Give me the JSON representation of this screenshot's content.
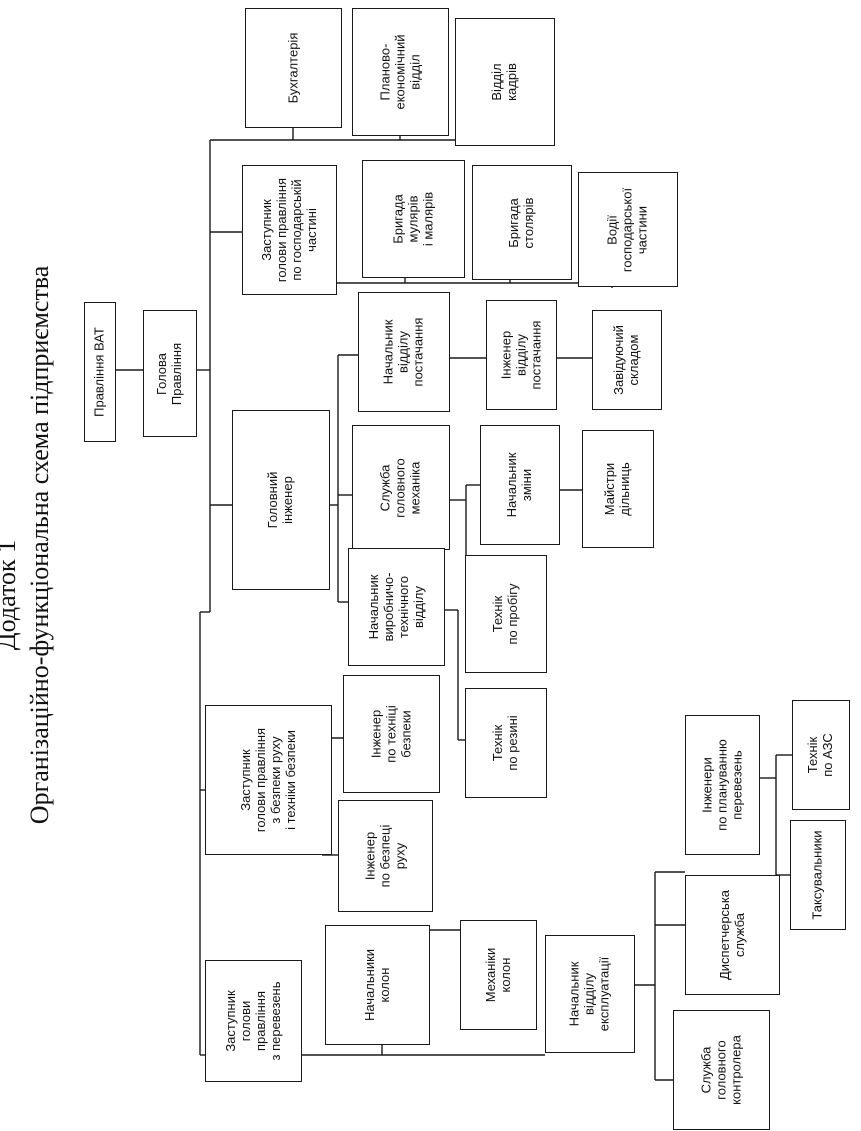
{
  "heading": {
    "line1": "Додаток 1",
    "line2": "Організаційно-функціональна схема підприємства"
  },
  "boxes": {
    "pravlinnia": "Правління ВАТ",
    "holova": "Голова\nПравління",
    "buhhalteriia": "Бухгалтерія",
    "planovyi": "Планово-\nекономічний\nвідділ",
    "kadry": "Відділ\nкадрів",
    "zast_hosp": "Заступник\nголови правління\nпо господарській\nчастині",
    "muliary": "Бригада\nмулярів\nі малярів",
    "stoliary": "Бригада\nстолярів",
    "vodii": "Водії\nгосподарської\nчастини",
    "hol_inzhener": "Головний\nінженер",
    "nach_postach": "Начальник\nвідділу\nпостачання",
    "inzh_postach": "Інженер\nвідділу\nпостачання",
    "zaviduiuchyi": "Завідуючий\nскладом",
    "sluzhba_mekh": "Служба\nголовного\nмеханіка",
    "nach_zminy": "Начальник\nзміни",
    "maistry": "Майстри\nдільниць",
    "nach_vtv": "Начальник\nвиробничо-\nтехнічного\nвідділу",
    "tekhnik_probig": "Технік\nпо пробігу",
    "tekhnik_rezyna": "Технік\nпо резині",
    "zast_bezpeka": "Заступник\nголови правління\nз безпеки руху\nі техніки безпеки",
    "inzh_tekh_bezp": "Інженер\nпо техніці\nбезпеки",
    "inzh_bezp_rukhu": "Інженер\nпо безпеці\nруху",
    "zast_perevezen": "Заступник\nголови\nправління\nз перевезень",
    "nach_kolon": "Начальники\nколон",
    "mekh_kolon": "Механіки\nколон",
    "nach_ekspl": "Начальник\nвідділу\nексплуатації",
    "dyspetcherska": "Диспетчерська\nслужба",
    "inzh_planuv": "Інженери\nпо плануванню\nперевезень",
    "tekhnik_azs": "Технік\nпо АЗС",
    "taksuvalnyky": "Таксувальники",
    "sluzhba_kontr": "Служба\nголовного\nконтролера"
  }
}
